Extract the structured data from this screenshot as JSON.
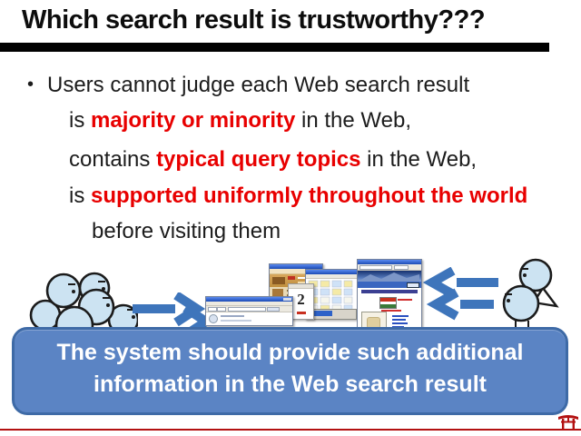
{
  "slide": {
    "title": "Which search result is trustworthy???",
    "bullet_marker": "•",
    "lines": {
      "l1": "Users cannot judge each Web search result",
      "l2_pre": "is ",
      "l2_em": "majority or minority",
      "l2_post": " in the Web,",
      "l3_pre": "contains ",
      "l3_em": "typical query topics",
      "l3_post": " in the Web,",
      "l4_pre": "is ",
      "l4_em": "supported uniformly throughout the world",
      "l5": "before visiting them"
    },
    "callout": {
      "line1": "The system should provide such additional",
      "line2": "information in the Web search result"
    },
    "collage": {
      "badge_number": "2"
    },
    "icons": {
      "left_group": "user-crowd-icon",
      "right_pair": "user-pair-icon",
      "arrow_right": "arrow-right-icon",
      "arrow_left": "arrow-left-icon",
      "flag": "hungary-flag-icon",
      "footer": "torii-icon"
    },
    "colors": {
      "emphasis_red": "#e80000",
      "title_text": "#0d0d0d",
      "title_underline": "#000000",
      "callout_fill": "#5b84c4",
      "callout_border": "#3e6aa6",
      "callout_text": "#ffffff",
      "arrow_blue": "#3e75bb",
      "figure_fill": "#cce3f2",
      "figure_outline": "#1b1b1b",
      "footer_rule_red": "#b31111",
      "background": "#ffffff"
    }
  }
}
